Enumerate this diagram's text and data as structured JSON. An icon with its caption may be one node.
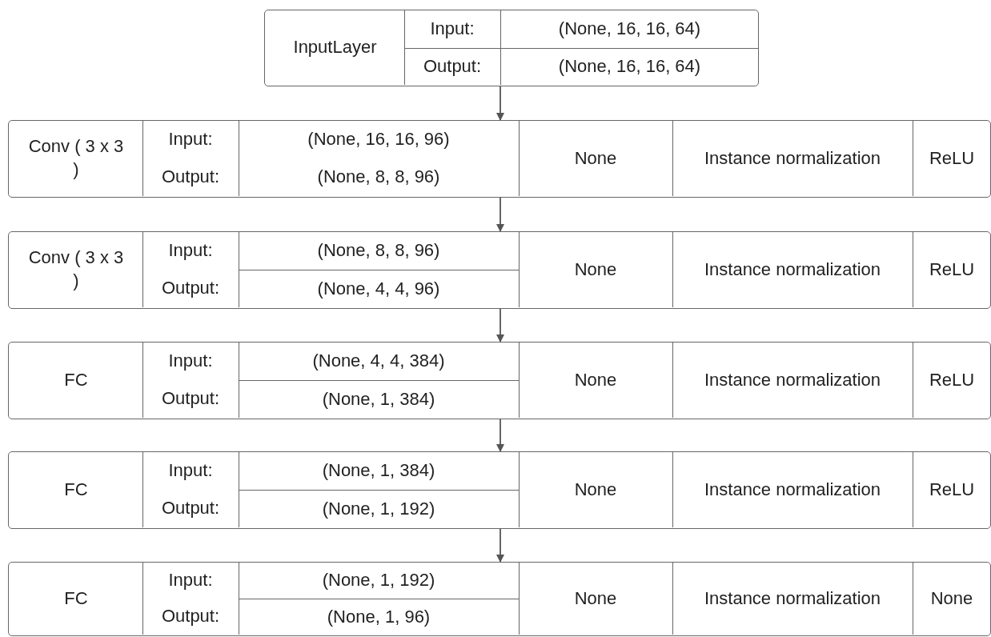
{
  "diagram": {
    "nodes": [
      {
        "text": [
          "InputLayer",
          "Input:",
          "(None, 16, 16, 64)",
          "Output:",
          "(None, 16, 16, 64)"
        ]
      },
      {
        "text": [
          "Conv ( 3 x 3 )",
          "Input:",
          "(None, 16, 16, 96)",
          "Output:",
          "(None, 8, 8, 96)",
          "None",
          "Instance normalization",
          "ReLU"
        ]
      },
      {
        "text": [
          "Conv ( 3 x 3 )",
          "Input:",
          "(None, 8, 8, 96)",
          "Output:",
          "(None, 4, 4, 96)",
          "None",
          "Instance normalization",
          "ReLU"
        ]
      },
      {
        "text": [
          "FC",
          "Input:",
          "(None, 4, 4, 384)",
          "Output:",
          "(None, 1, 384)",
          "None",
          "Instance normalization",
          "ReLU"
        ]
      },
      {
        "text": [
          "FC",
          "Input:",
          "(None, 1, 384)",
          "Output:",
          "(None, 1, 192)",
          "None",
          "Instance normalization",
          "ReLU"
        ]
      },
      {
        "text": [
          "FC",
          "Input:",
          "(None, 1, 192)",
          "Output:",
          "(None, 1, 96)",
          "None",
          "Instance normalization",
          "None"
        ]
      }
    ],
    "edges": [
      {
        "from": 0,
        "to": 1,
        "arrow": "to"
      },
      {
        "from": 1,
        "to": 2,
        "arrow": "to"
      },
      {
        "from": 2,
        "to": 3,
        "arrow": "to"
      },
      {
        "from": 3,
        "to": 4,
        "arrow": "to"
      },
      {
        "from": 4,
        "to": 5,
        "arrow": "to"
      }
    ]
  }
}
